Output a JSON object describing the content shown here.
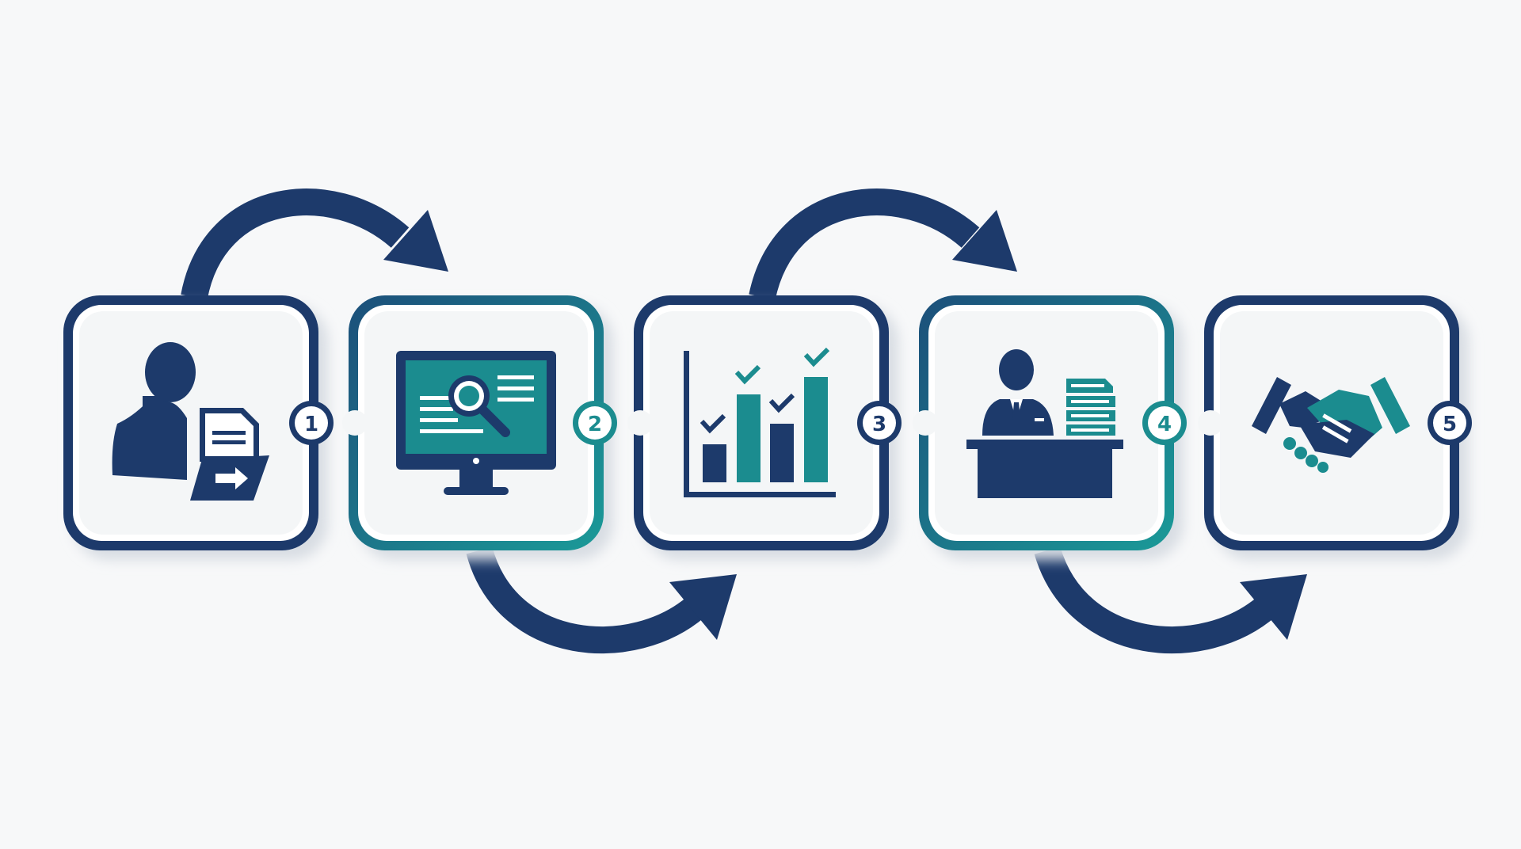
{
  "colors": {
    "background": "#f7f8f9",
    "navy": "#1d3a6b",
    "teal": "#1b8c8f",
    "card_fill": "#f5f7f8",
    "card_inner_stroke": "#ffffff",
    "shadow": "#d8dde3"
  },
  "steps": [
    {
      "number": "1",
      "icon": "person-with-documents-icon",
      "frame": "navy"
    },
    {
      "number": "2",
      "icon": "monitor-search-icon",
      "frame": "teal"
    },
    {
      "number": "3",
      "icon": "bar-chart-checkmarks-icon",
      "frame": "navy"
    },
    {
      "number": "4",
      "icon": "person-at-desk-icon",
      "frame": "teal"
    },
    {
      "number": "5",
      "icon": "handshake-icon",
      "frame": "navy"
    }
  ],
  "connectors": [
    {
      "from": "1",
      "to": "2",
      "direction": "over"
    },
    {
      "from": "2",
      "to": "3",
      "direction": "under"
    },
    {
      "from": "3",
      "to": "4",
      "direction": "over"
    },
    {
      "from": "4",
      "to": "5",
      "direction": "under"
    }
  ]
}
